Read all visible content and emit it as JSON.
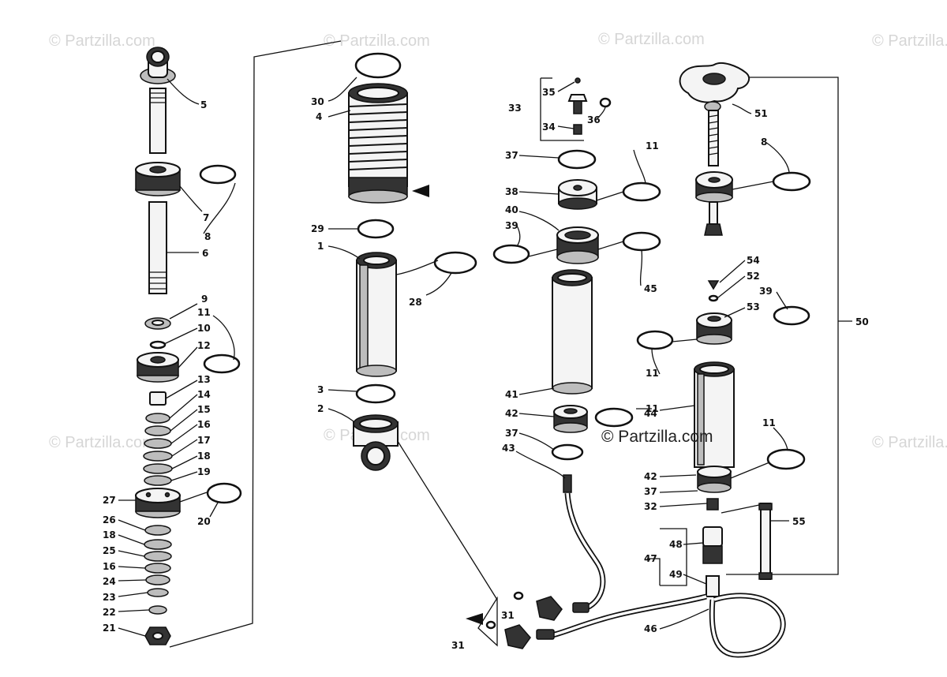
{
  "watermarks": [
    "© Partzilla.com",
    "© Partzilla.com",
    "© Partzilla.com",
    "© Partzilla.com",
    "© Partzilla.com",
    "© Partzilla.com",
    "© Partzilla.com"
  ],
  "credit": "© Partzilla.com",
  "callouts": {
    "c5": "5",
    "c7": "7",
    "c8a": "8",
    "c6": "6",
    "c9": "9",
    "c11a": "11",
    "c10": "10",
    "c12": "12",
    "c13": "13",
    "c14": "14",
    "c15": "15",
    "c16a": "16",
    "c17": "17",
    "c18a": "18",
    "c19": "19",
    "c20": "20",
    "c27": "27",
    "c26": "26",
    "c18b": "18",
    "c25": "25",
    "c16b": "16",
    "c24": "24",
    "c23": "23",
    "c22": "22",
    "c21": "21",
    "c30": "30",
    "c4": "4",
    "c29": "29",
    "c1": "1",
    "c28": "28",
    "c3": "3",
    "c2": "2",
    "c31a": "31",
    "c31b": "31",
    "c33": "33",
    "c35": "35",
    "c36": "36",
    "c34": "34",
    "c37a": "37",
    "c11b": "11",
    "c38": "38",
    "c40": "40",
    "c39a": "39",
    "c45": "45",
    "c41": "41",
    "c42a": "42",
    "c37b": "37",
    "c43": "43",
    "c11c": "11",
    "c51": "51",
    "c8b": "8",
    "c54": "54",
    "c52": "52",
    "c39b": "39",
    "c53": "53",
    "c50": "50",
    "c11d": "11",
    "c44": "44",
    "c11e": "11",
    "c42b": "42",
    "c37c": "37",
    "c32": "32",
    "c55": "55",
    "c48": "48",
    "c47": "47",
    "c49": "49",
    "c46": "46"
  }
}
